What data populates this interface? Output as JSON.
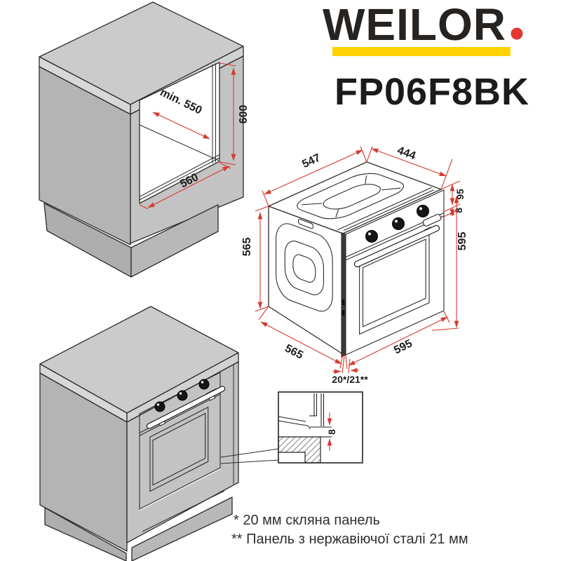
{
  "brand": {
    "name": "WEILOR",
    "model": "FP06F8BK",
    "dot_color": "#E2382E",
    "underline_color": "#FFD203"
  },
  "cabinet_top": {
    "dim_depth": "min. 550",
    "dim_width": "560",
    "dim_height": "600"
  },
  "oven": {
    "dim_top_depth": "547",
    "dim_top_width": "444",
    "dim_gap": "8",
    "dim_panel": "95",
    "dim_height_right": "595",
    "dim_side": "565",
    "dim_depth_bottom": "565",
    "dim_width_bottom": "595",
    "dim_door": "20*/21**"
  },
  "detail": {
    "dim_gap": "8"
  },
  "footnotes": {
    "line1": "* 20 мм скляна панель",
    "line2": "** Панель з нержавіючої сталі 21 мм"
  },
  "colors": {
    "accent_red": "#D63B30",
    "cabinet_gray": "#c3c3c3",
    "oven_front_gray": "#a8a7a5",
    "installed_front_mauve": "#b9aeb0"
  }
}
